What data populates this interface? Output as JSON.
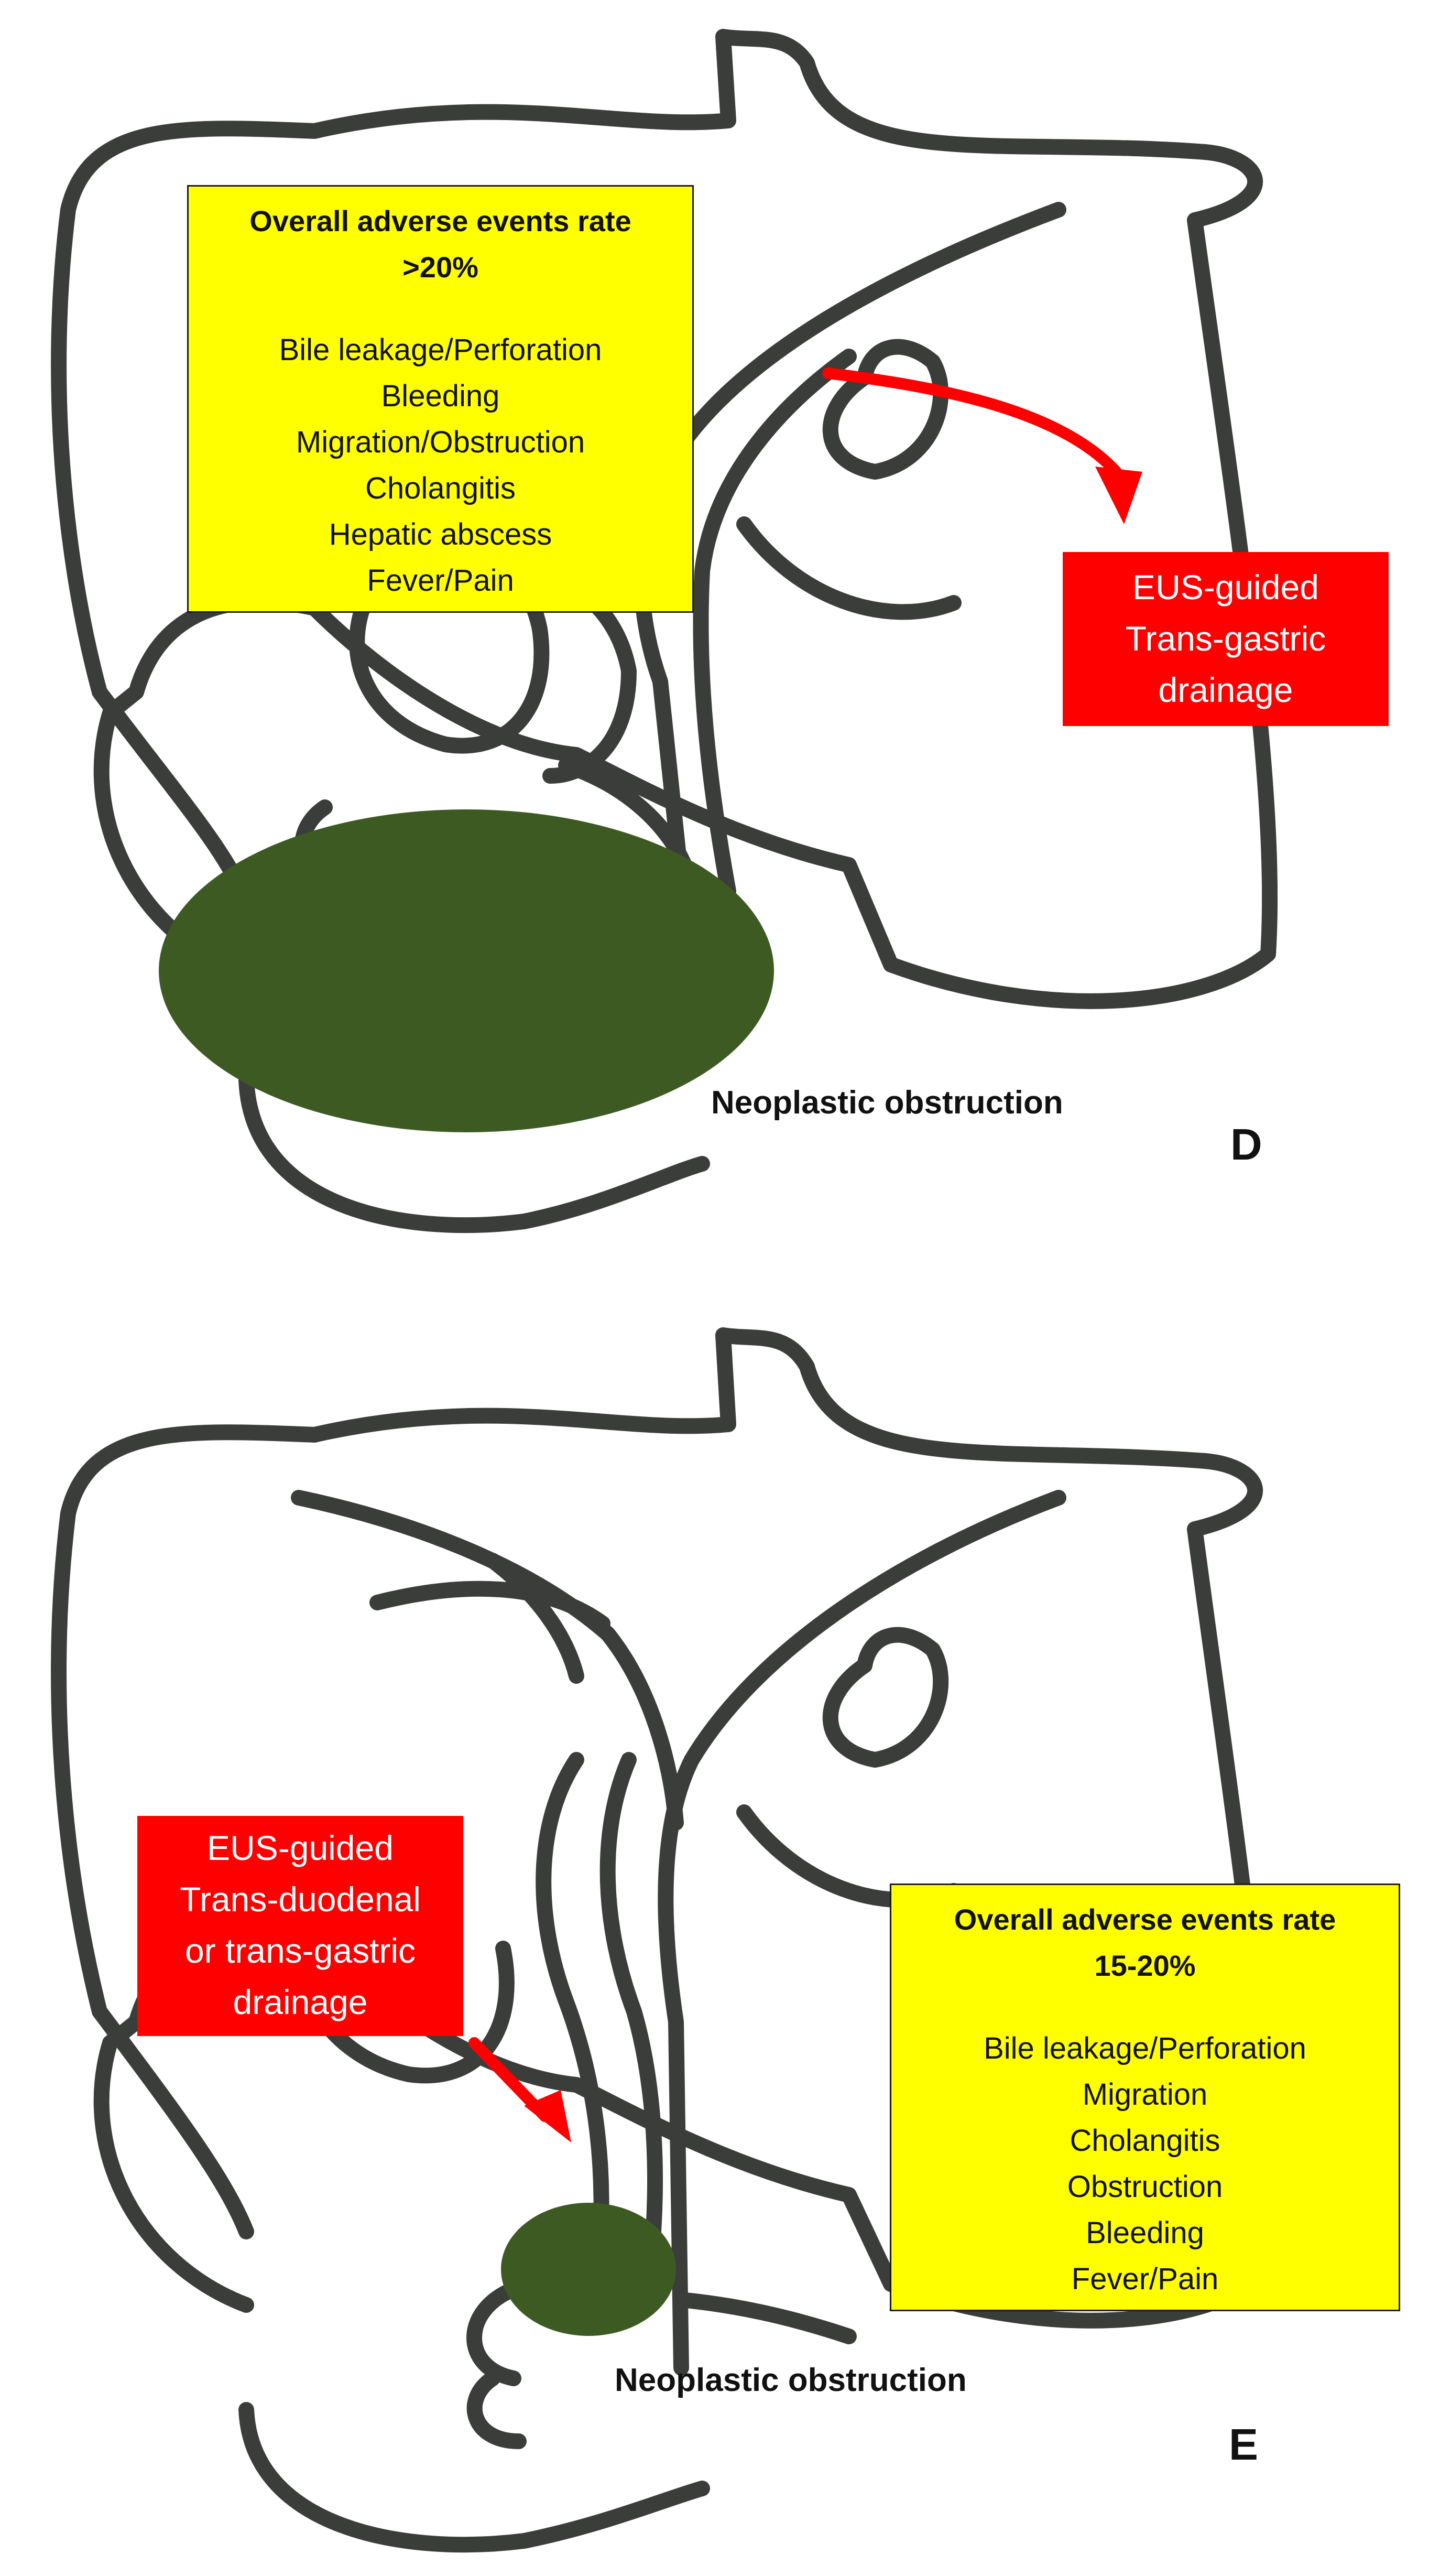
{
  "panels": {
    "d": {
      "letter": "D",
      "adverse": {
        "title_line1": "Overall adverse events rate",
        "title_line2": ">20%",
        "items": [
          "Bile leakage/Perforation",
          "Bleeding",
          "Migration/Obstruction",
          "Cholangitis",
          "Hepatic abscess",
          "Fever/Pain"
        ]
      },
      "procedure": [
        "EUS-guided",
        "Trans-gastric",
        "drainage"
      ],
      "lesion_label": "Neoplastic obstruction"
    },
    "e": {
      "letter": "E",
      "adverse": {
        "title_line1": "Overall adverse events rate",
        "title_line2": "15-20%",
        "items": [
          "Bile leakage/Perforation",
          "Migration",
          "Cholangitis",
          "Obstruction",
          "Bleeding",
          "Fever/Pain"
        ]
      },
      "procedure": [
        "EUS-guided",
        "Trans-duodenal",
        "or trans-gastric",
        "drainage"
      ],
      "lesion_label": "Neoplastic obstruction"
    }
  },
  "colors": {
    "outline": "#3a3d3a",
    "tumor": "#3d5a23",
    "adverse_box": "#ffff00",
    "procedure_box": "#ff0000",
    "arrow": "#ff0000"
  }
}
